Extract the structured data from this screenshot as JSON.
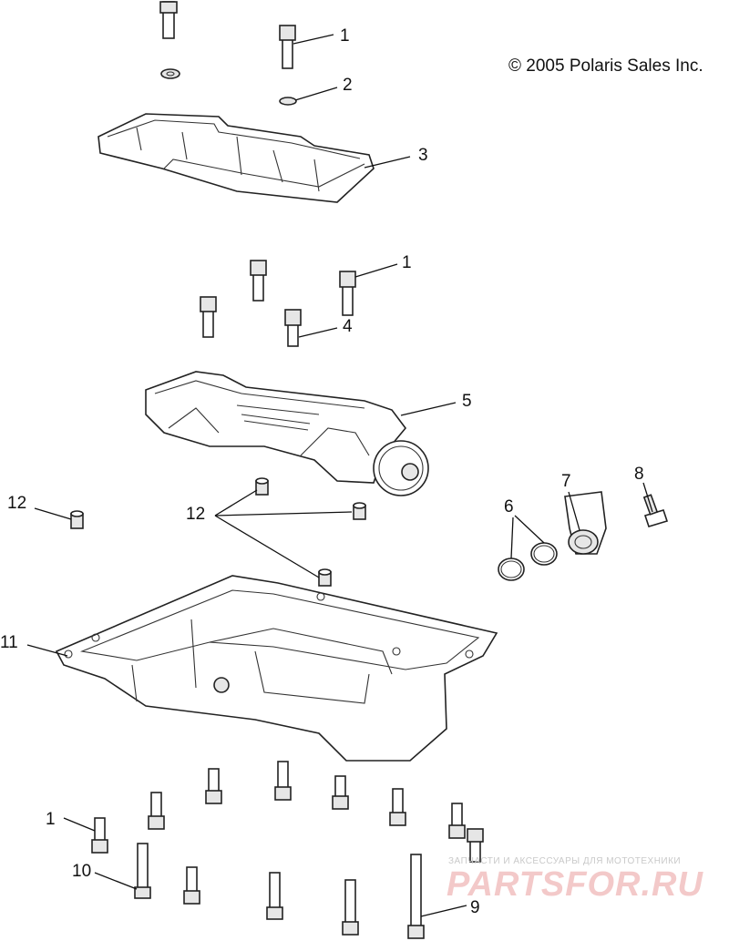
{
  "copyright": "© 2005 Polaris Sales Inc.",
  "watermark": {
    "top": "ЗАПЧАСТИ И АКСЕССУАРЫ ДЛЯ МОТОТЕХНИКИ",
    "main": "PARTSFOR.RU"
  },
  "callouts": {
    "c1a": "1",
    "c2": "2",
    "c3": "3",
    "c1b": "1",
    "c4": "4",
    "c5": "5",
    "c6": "6",
    "c7": "7",
    "c8": "8",
    "c12a": "12",
    "c12b": "12",
    "c11": "11",
    "c1c": "1",
    "c10": "10",
    "c9": "9"
  },
  "colors": {
    "line": "#222222",
    "watermark": "#f3c9c9"
  }
}
